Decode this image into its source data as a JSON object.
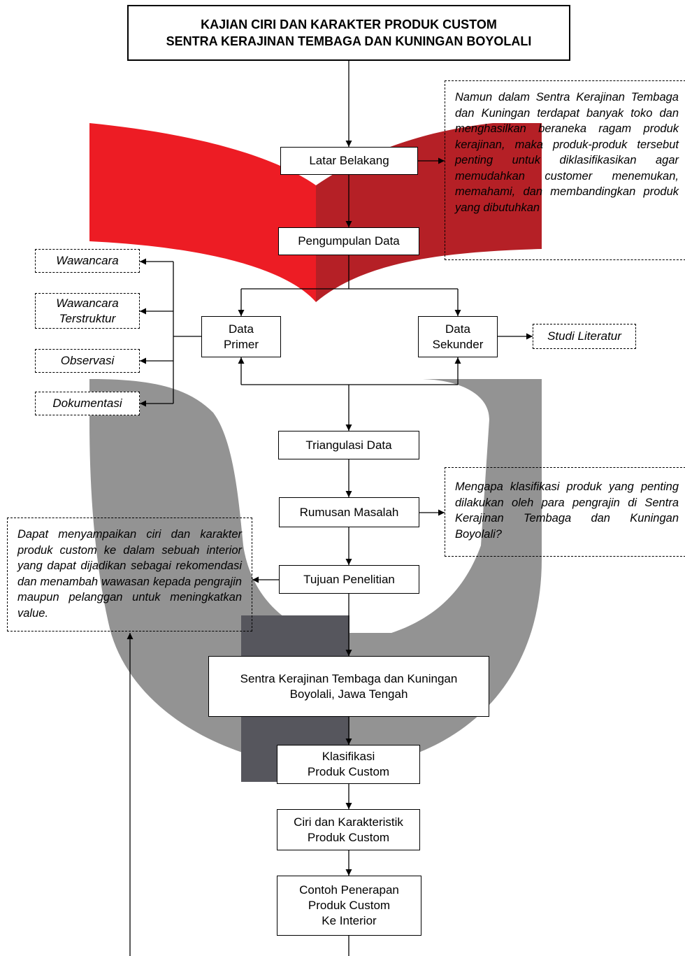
{
  "colors": {
    "red_light": "#ed1c24",
    "red_dark": "#b52026",
    "gray_light": "#939393",
    "gray_dark": "#56565d",
    "stroke": "#000000"
  },
  "title": {
    "line1": "KAJIAN CIRI DAN KARAKTER PRODUK CUSTOM",
    "line2": "SENTRA KERAJINAN  TEMBAGA DAN KUNINGAN  BOYOLALI"
  },
  "nodes": {
    "latar_belakang": "Latar Belakang",
    "pengumpulan_data": "Pengumpulan  Data",
    "data_primer": "Data\nPrimer",
    "data_sekunder": "Data\nSekunder",
    "triangulasi_data": "Triangulasi Data",
    "rumusan_masalah": "Rumusan  Masalah",
    "tujuan_penelitian": "Tujuan  Penelitian",
    "sentra": "Sentra Kerajinan Tembaga dan Kuningan\nBoyolali, Jawa Tengah",
    "klasifikasi": "Klasifikasi\nProduk Custom",
    "ciri_karakteristik": "Ciri dan Karakteristik\nProduk Custom",
    "contoh_penerapan": "Contoh Penerapan\nProduk Custom\nKe Interior"
  },
  "methods": {
    "wawancara": "Wawancara",
    "wawancara_terstruktur": "Wawancara\nTerstruktur",
    "observasi": "Observasi",
    "dokumentasi": "Dokumentasi",
    "studi_literatur": "Studi Literatur"
  },
  "notes": {
    "latar_belakang": "Namun dalam Sentra Kerajinan Tembaga dan Kuningan terdapat banyak toko dan menghasilkan beraneka ragam produk kerajinan, maka produk-produk tersebut penting untuk diklasifikasikan agar memudahkan customer menemukan, memahami, dan membandingkan produk yang dibutuhkan",
    "rumusan_masalah": "Mengapa klasifikasi produk yang penting dilakukan oleh para pengrajin di Sentra Kerajinan Tembaga dan Kuningan Boyolali?",
    "tujuan_penelitian": "Dapat menyampaikan ciri dan karakter produk custom ke dalam sebuah interior yang dapat dijadikan sebagai rekomendasi dan menambah wawasan kepada pengrajin maupun pelanggan untuk meningkatkan value."
  }
}
